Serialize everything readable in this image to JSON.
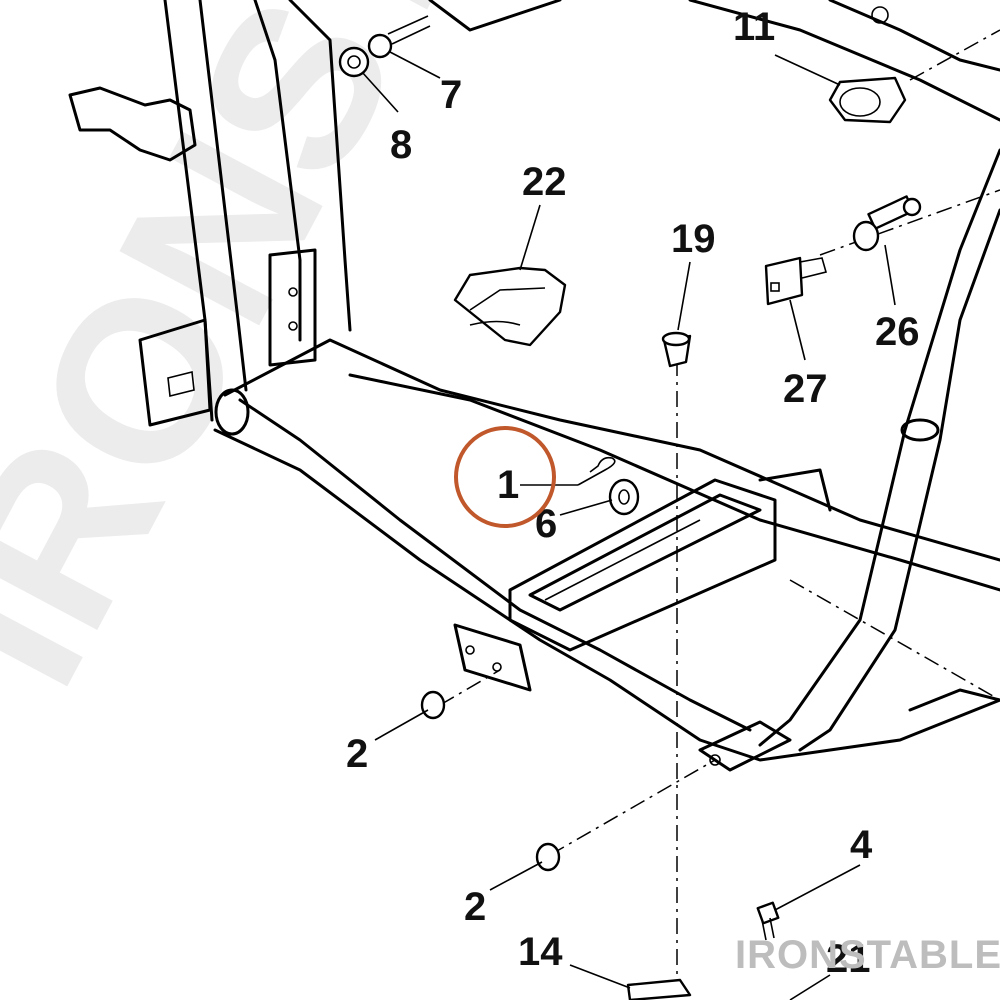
{
  "watermark": "IRONSTA",
  "brand": "IRONSTABLE",
  "highlight_color": "#c0582b",
  "highlighted_callout": "1",
  "callouts": {
    "c1": "1",
    "c2a": "2",
    "c2b": "2",
    "c4": "4",
    "c6": "6",
    "c7": "7",
    "c8": "8",
    "c11": "11",
    "c14": "14",
    "c19": "19",
    "c21": "21",
    "c22": "22",
    "c26": "26",
    "c27": "27"
  }
}
